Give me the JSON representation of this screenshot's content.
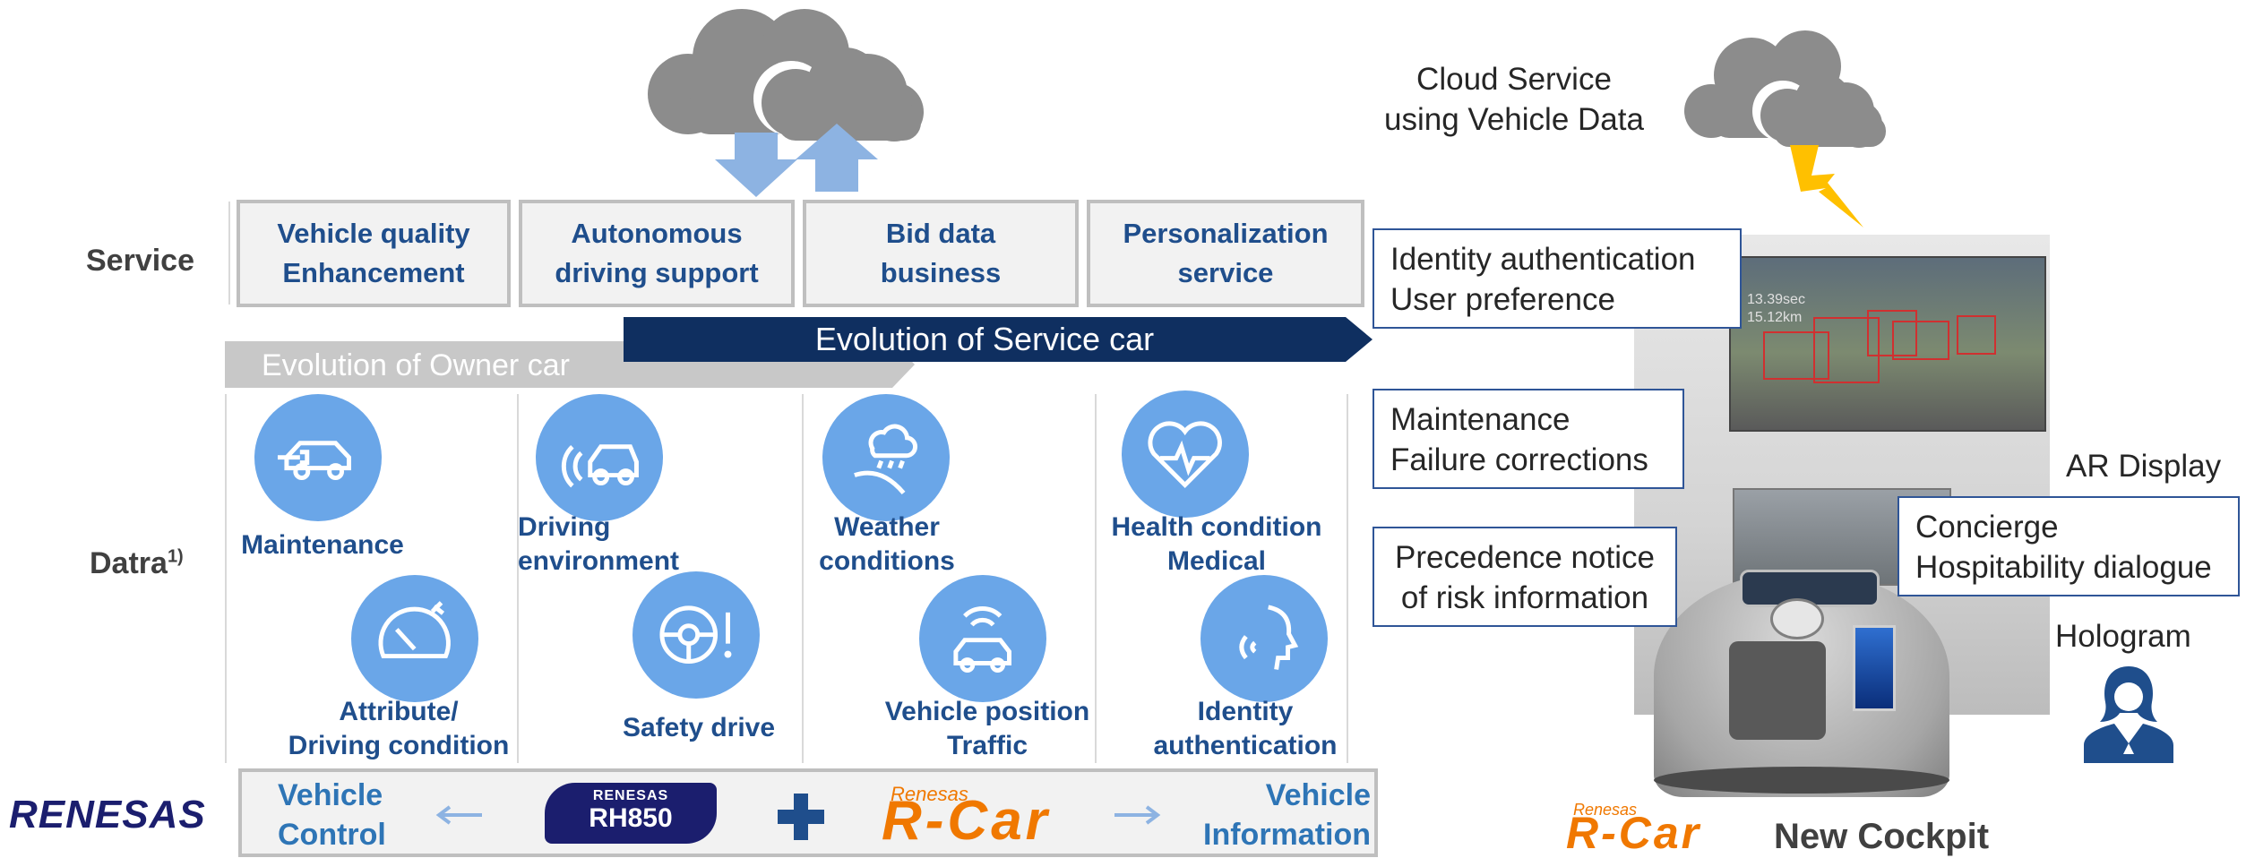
{
  "rows": {
    "service_label": "Service",
    "data_label": "Datra",
    "data_sup": "1)"
  },
  "services": [
    {
      "label": "Vehicle quality\nEnhancement"
    },
    {
      "label": "Autonomous\ndriving support"
    },
    {
      "label": "Bid data\nbusiness"
    },
    {
      "label": "Personalization\nservice"
    }
  ],
  "evolution": {
    "service_car": "Evolution of Service car",
    "owner_car": "Evolution of Owner car"
  },
  "data_items": [
    {
      "label": "Maintenance",
      "icon": "car-plug-icon"
    },
    {
      "label": "Attribute/\nDriving condition",
      "icon": "speedometer-icon"
    },
    {
      "label": "Driving\nenvironment",
      "icon": "car-sensor-icon"
    },
    {
      "label": "Safety drive",
      "icon": "steering-wheel-warning-icon"
    },
    {
      "label": "Weather\nconditions",
      "icon": "rain-cloud-wiper-icon"
    },
    {
      "label": "Vehicle position\nTraffic",
      "icon": "connected-car-icon"
    },
    {
      "label": "Health condition\nMedical",
      "icon": "heart-pulse-icon"
    },
    {
      "label": "Identity\nauthentication",
      "icon": "face-voice-icon"
    }
  ],
  "bottom_bar": {
    "left_label": "Vehicle\nControl",
    "right_label": "Vehicle\nInformation",
    "rh850_brand": "RENESAS",
    "rh850_label": "RH850",
    "rcar_brand": "Renesas",
    "rcar_label": "R-Car"
  },
  "brand": {
    "renesas_logo": "RENESAS"
  },
  "cockpit": {
    "cloud_service": "Cloud Service\nusing Vehicle Data",
    "box_identity": "Identity authentication\nUser preference",
    "box_maintenance": "Maintenance\nFailure corrections",
    "box_precedence": "Precedence notice\nof risk information",
    "box_concierge": "Concierge\nHospitability dialogue",
    "ar_display": "AR Display",
    "hologram": "Hologram",
    "screen_text_1": "13.39sec",
    "screen_text_2": "15.12km",
    "rcar_brand": "Renesas",
    "rcar_label": "R-Car",
    "new_cockpit": "New Cockpit"
  },
  "colors": {
    "service_text": "#1f4e8c",
    "circle": "#6aa6e8",
    "service_arrow": "#0f2f60",
    "owner_arrow": "#c8c8c8",
    "cloud": "#8c8c8c",
    "updown_arrow": "#8db3e2",
    "rcar_orange": "#f07800"
  }
}
